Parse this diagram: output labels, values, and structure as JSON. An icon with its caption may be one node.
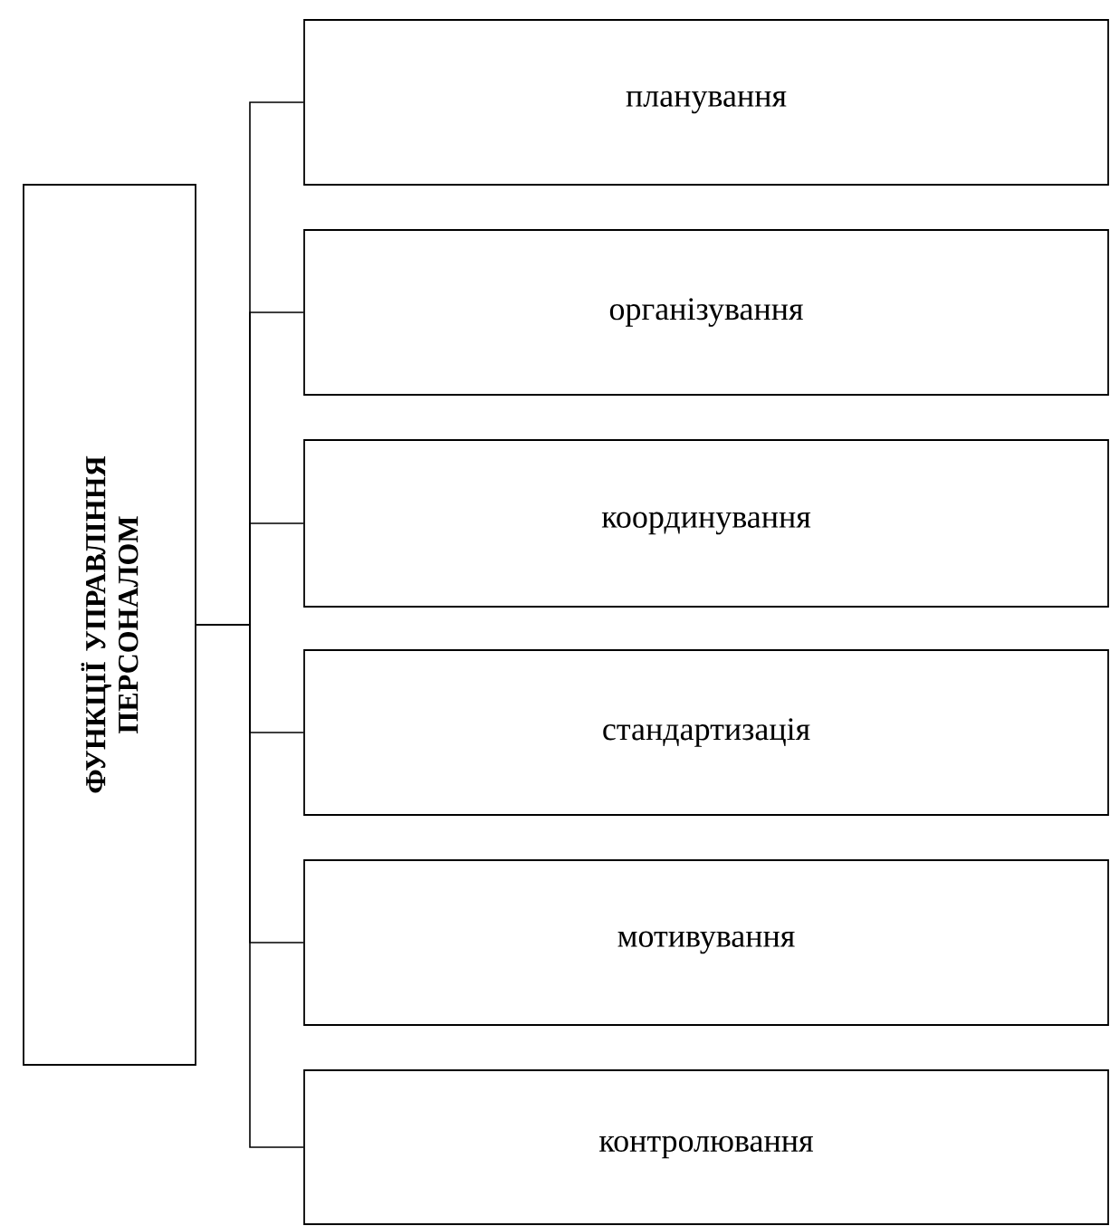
{
  "diagram": {
    "nodes": [
      {
        "text": [
          "ФУНКЦІЇ УПРАВЛІННЯ ПЕРСОНАЛОМ"
        ]
      },
      {
        "text": [
          "планування"
        ]
      },
      {
        "text": [
          "організування"
        ]
      },
      {
        "text": [
          "координування"
        ]
      },
      {
        "text": [
          "стандартизація"
        ]
      },
      {
        "text": [
          "мотивування"
        ]
      },
      {
        "text": [
          "контролювання"
        ]
      }
    ],
    "edges": [
      {
        "from": 0,
        "to": 1,
        "arrow": "none"
      },
      {
        "from": 0,
        "to": 2,
        "arrow": "none"
      },
      {
        "from": 0,
        "to": 3,
        "arrow": "none"
      },
      {
        "from": 0,
        "to": 4,
        "arrow": "none"
      },
      {
        "from": 0,
        "to": 5,
        "arrow": "none"
      },
      {
        "from": 0,
        "to": 6,
        "arrow": "none"
      }
    ]
  }
}
